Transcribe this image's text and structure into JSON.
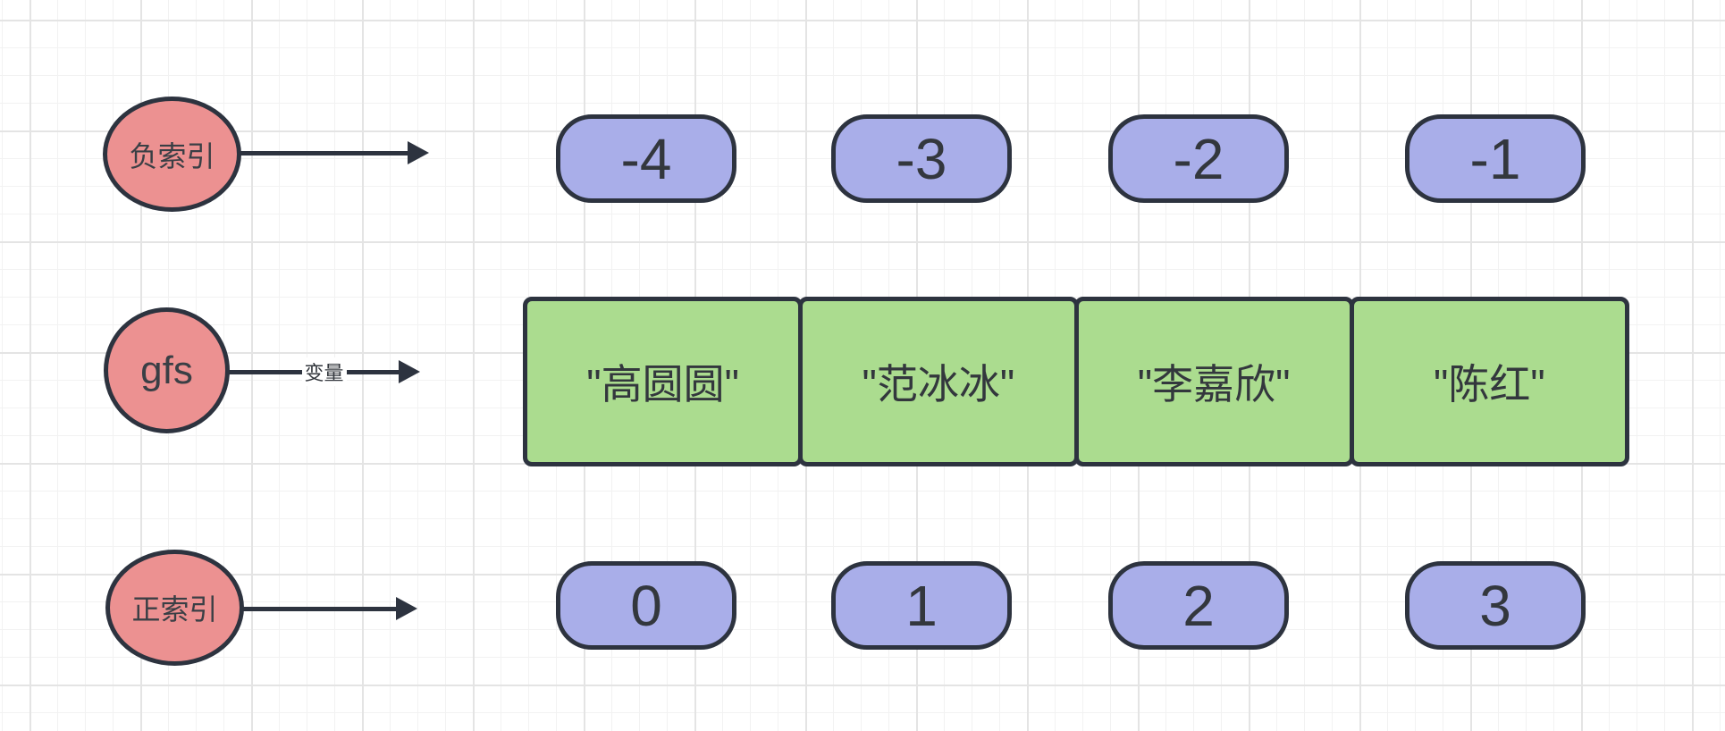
{
  "diagram": {
    "title_hint": "list-indexing-diagram",
    "colors": {
      "node_fill": "#ec9191",
      "index_pill_fill": "#a9aee9",
      "list_cell_fill": "#abdc8f",
      "stroke": "#2d333f",
      "grid_minor": "#f2f2f2",
      "grid_major": "#e4e4e4"
    },
    "rows": {
      "negative": {
        "label": "负索引",
        "pills": [
          "-4",
          "-3",
          "-2",
          "-1"
        ]
      },
      "list": {
        "label": "gfs",
        "arrow_label": "变量",
        "cells": [
          "\"高圆圆\"",
          "\"范冰冰\"",
          "\"李嘉欣\"",
          "\"陈红\""
        ]
      },
      "positive": {
        "label": "正索引",
        "pills": [
          "0",
          "1",
          "2",
          "3"
        ]
      }
    }
  }
}
